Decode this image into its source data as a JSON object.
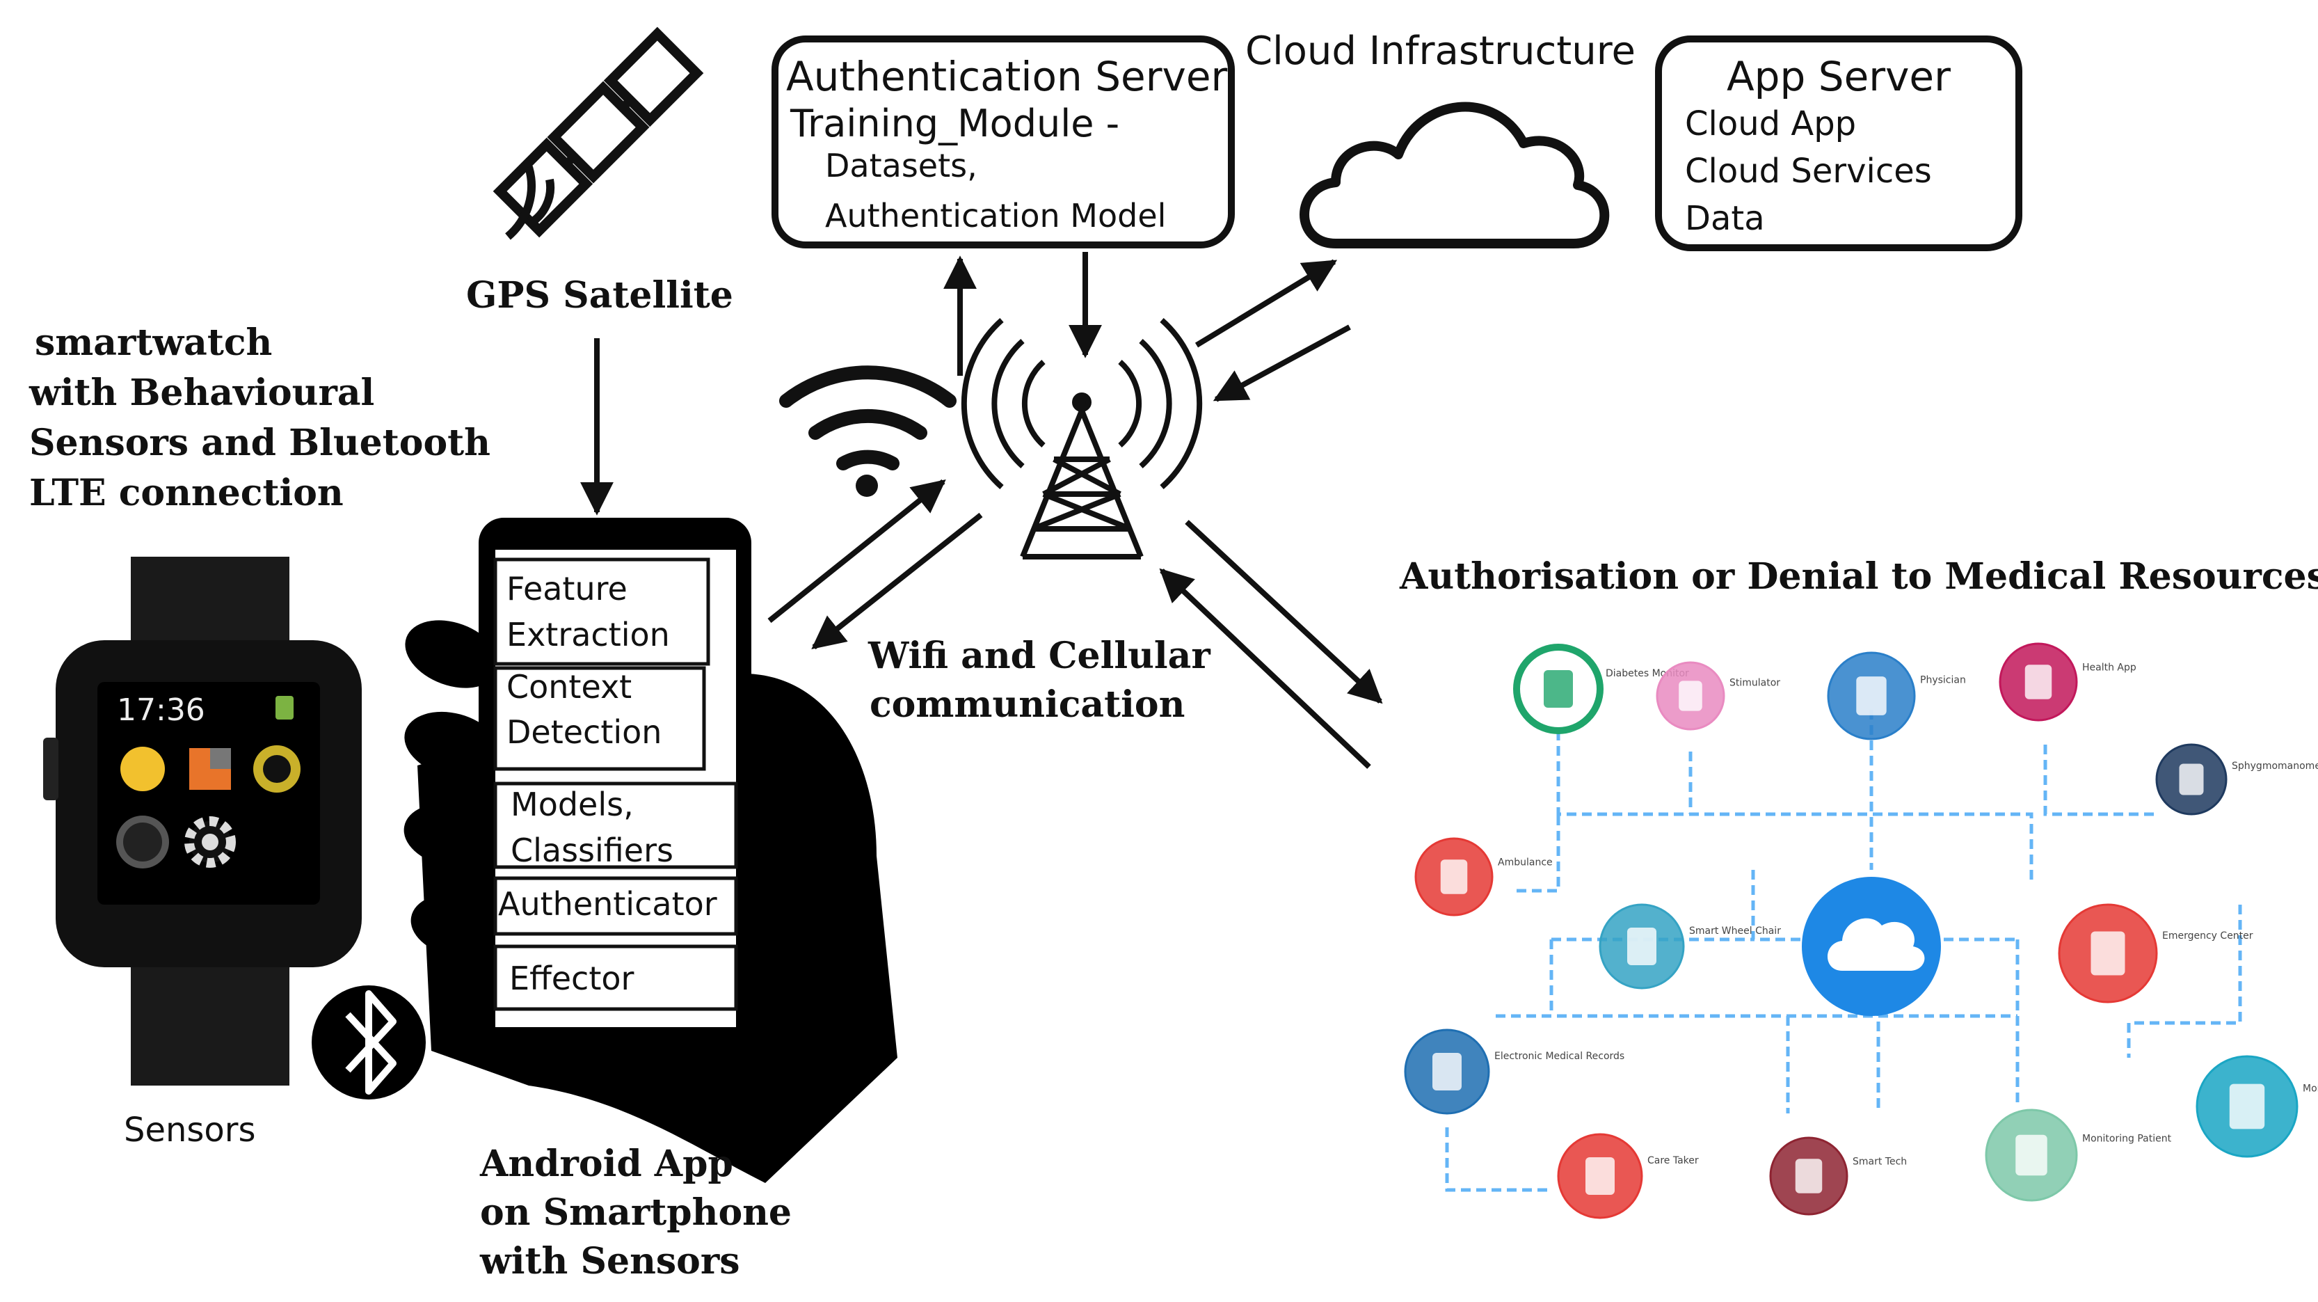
{
  "labels": {
    "smartwatch": [
      "smartwatch",
      "with Behavioural",
      "Sensors  and Bluetooth",
      "LTE connection"
    ],
    "gps": "GPS Satellite",
    "auth_server": [
      "Authentication Server",
      "Training_Module -",
      "Datasets,",
      "Authentication Model"
    ],
    "cloud_infra": "Cloud Infrastructure",
    "app_server": [
      "App Server",
      "Cloud App",
      "Cloud Services",
      "Data"
    ],
    "wifi_cellular": [
      "Wifi and Cellular",
      "communication"
    ],
    "authorisation": "Authorisation or Denial to Medical Resources",
    "phone_modules": [
      "Feature",
      "Extraction",
      "Context",
      "Detection",
      "Models,",
      "Classifiers",
      "Authenticator",
      "Effector"
    ],
    "watch_time": "17:36",
    "sensors": "Sensors",
    "android": [
      "Android App",
      "on Smartphone",
      "with Sensors"
    ]
  },
  "icons": {
    "satellite": "satellite-icon",
    "wifi": "wifi-icon",
    "tower": "cell-tower-icon",
    "cloud": "cloud-icon",
    "bluetooth": "bluetooth-icon",
    "watch": "smartwatch-icon",
    "phone": "smartphone-in-hand-icon"
  },
  "medical_network": {
    "hub_color": "#1e88e5",
    "line_color": "#64b5f6",
    "nodes": [
      {
        "name": "glucometer-icon",
        "label": "Diabetes Monitor",
        "color": "#1fa56b"
      },
      {
        "name": "stimulator-icon",
        "label": "Stimulator",
        "color": "#e98bc1"
      },
      {
        "name": "physician-icon",
        "label": "Physician",
        "color": "#2a7fc9"
      },
      {
        "name": "health-app-icon",
        "label": "Health App",
        "color": "#c2185b"
      },
      {
        "name": "sphygmomanometer-icon",
        "label": "Sphygmomanometer",
        "color": "#1f3a5f"
      },
      {
        "name": "ambulance-icon",
        "label": "Ambulance",
        "color": "#e53935"
      },
      {
        "name": "wheelchair-icon",
        "label": "Smart Wheel Chair",
        "color": "#35a3c4"
      },
      {
        "name": "hospital-icon",
        "label": "Emergency Center",
        "color": "#e53935"
      },
      {
        "name": "medical-records-icon",
        "label": "Electronic Medical Records",
        "color": "#1f6fb2"
      },
      {
        "name": "care-taker-icon",
        "label": "Care Taker",
        "color": "#e53935"
      },
      {
        "name": "smart-devices-icon",
        "label": "Smart Tech",
        "color": "#8e2432"
      },
      {
        "name": "monitoring-patient-icon",
        "label": "Monitoring Patient",
        "color": "#7ec8a9"
      },
      {
        "name": "monitoring-vital-icon",
        "label": "Monitoring Vital Signs",
        "color": "#1aa6c4"
      }
    ]
  }
}
